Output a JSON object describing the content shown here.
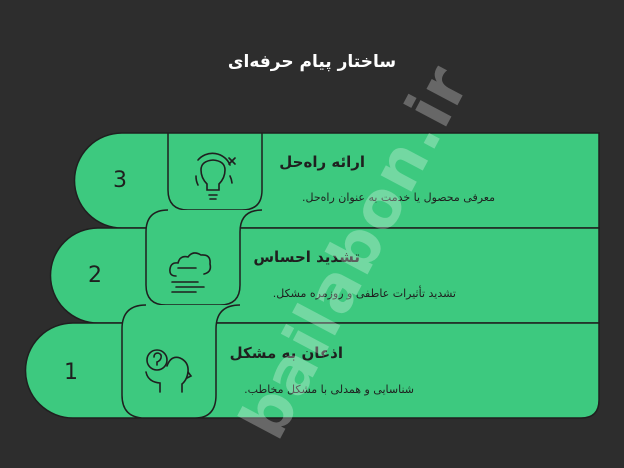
{
  "title": "ساختار پیام حرفه‌ای",
  "colors": {
    "background": "#2d2d2d",
    "green": "#3dc97f",
    "outline": "#1f1f1f"
  },
  "steps": [
    {
      "number": "3",
      "title": "ارائه راه‌حل",
      "description": "معرفی محصول یا خدمت به عنوان راه‌حل.",
      "icon": "lightbulb-icon"
    },
    {
      "number": "2",
      "title": "تشدید احساس",
      "description": "تشدید تأثیرات عاطفی و روزمره مشکل.",
      "icon": "cloud-wind-icon"
    },
    {
      "number": "1",
      "title": "اذعان به مشکل",
      "description": "شناسایی و همدلی با مشکل مخاطب.",
      "icon": "question-head-icon"
    }
  ],
  "watermark": "bailabon.ir"
}
